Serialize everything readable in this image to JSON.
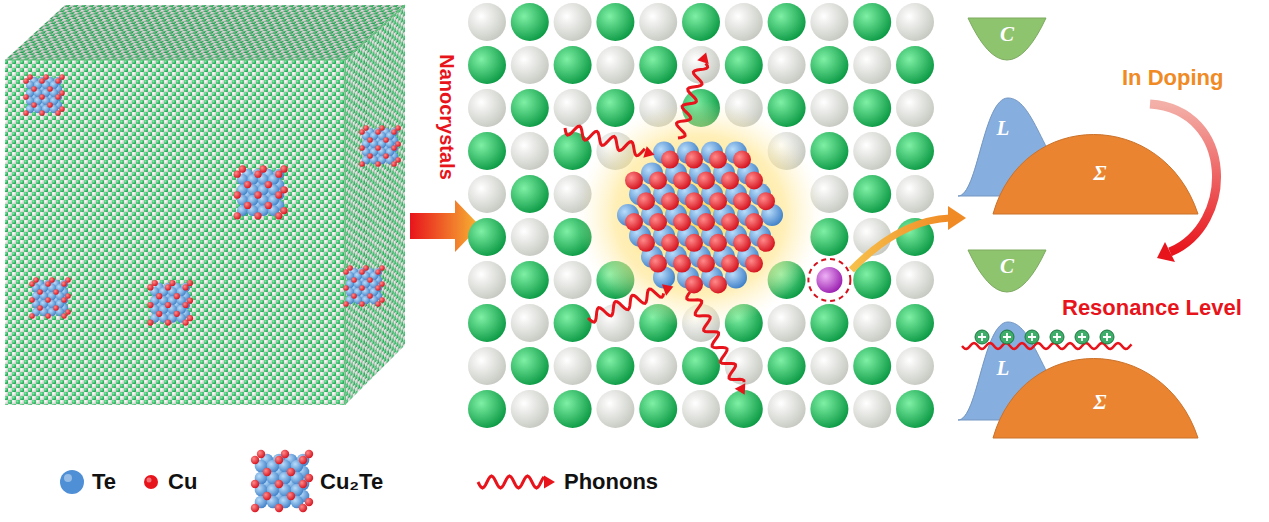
{
  "diagram": {
    "nodes": [
      {
        "text": [
          "C"
        ]
      },
      {
        "text": [
          "L"
        ]
      },
      {
        "text": [
          "Σ"
        ]
      },
      {
        "text": [
          "C"
        ]
      },
      {
        "text": [
          "L"
        ]
      },
      {
        "text": [
          "Σ"
        ]
      }
    ],
    "labels": [
      "Nanocrystals",
      "In Doping",
      "Resonance Level"
    ],
    "legend": [
      {
        "text": "Te",
        "color": "#4f8fd6"
      },
      {
        "text": "Cu",
        "color": "#e8141c"
      },
      {
        "text": "Cu₂Te"
      },
      {
        "text": "Phonons"
      }
    ]
  }
}
